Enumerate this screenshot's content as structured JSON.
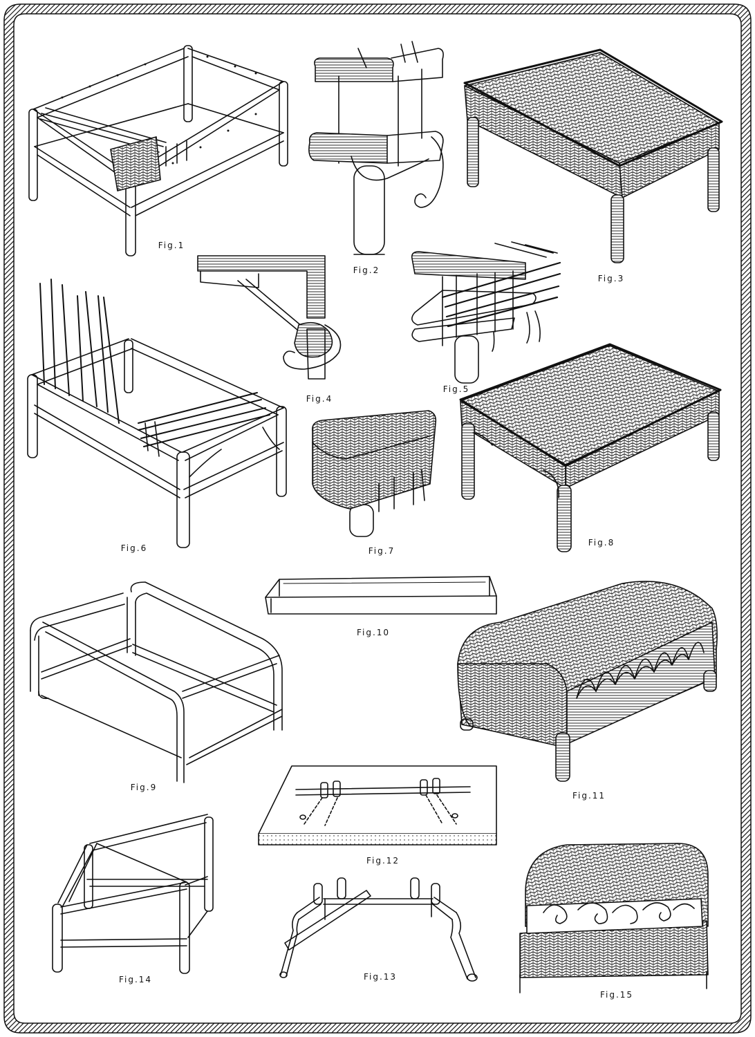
{
  "plate": {
    "ink": "#111111",
    "paper": "#ffffff",
    "border_style": "hatched double frame with rounded corners"
  },
  "figures": [
    {
      "id": "fig1",
      "caption": "Fig.1",
      "subject": "rectangular footstool frame with first weaving strands at one corner"
    },
    {
      "id": "fig2",
      "caption": "Fig.2",
      "subject": "corner detail of frame wrapped with cane strands"
    },
    {
      "id": "fig3",
      "caption": "Fig.3",
      "subject": "finished woven wicker footstool"
    },
    {
      "id": "fig4",
      "caption": "Fig.4",
      "subject": "wrapped corner with brace detail"
    },
    {
      "id": "fig5",
      "caption": "Fig.5",
      "subject": "corner weaving detail with loose stakes"
    },
    {
      "id": "fig6",
      "caption": "Fig.6",
      "subject": "frame with upright stakes and top strands"
    },
    {
      "id": "fig7",
      "caption": "Fig.7",
      "subject": "corner weaving detail"
    },
    {
      "id": "fig8",
      "caption": "Fig.8",
      "subject": "finished woven stool with corner brackets"
    },
    {
      "id": "fig9",
      "caption": "Fig.9",
      "subject": "frame with rounded bent ends"
    },
    {
      "id": "fig10",
      "caption": "Fig.10",
      "subject": "shallow soaking tray"
    },
    {
      "id": "fig11",
      "caption": "Fig.11",
      "subject": "finished rolled-end wicker stool with lattice"
    },
    {
      "id": "fig12",
      "caption": "Fig.12",
      "subject": "bending board with pegs"
    },
    {
      "id": "fig13",
      "caption": "Fig.13",
      "subject": "bent frame section with cross brace"
    },
    {
      "id": "fig14",
      "caption": "Fig.14",
      "subject": "sloped frame for seat"
    },
    {
      "id": "fig15",
      "caption": "Fig.15",
      "subject": "finished woven seat with scroll decoration"
    }
  ]
}
